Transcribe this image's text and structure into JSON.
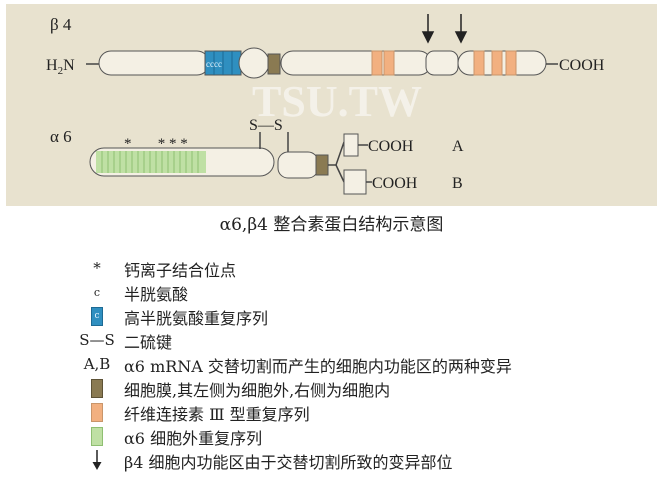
{
  "diagram": {
    "beta4_label": "β 4",
    "alpha6_label": "α 6",
    "n_terminus": "H2N",
    "cooh_beta": "COOH",
    "cooh_a": "COOH",
    "cooh_b": "COOH",
    "variant_a": "A",
    "variant_b": "B",
    "disulfide": "S—S",
    "cysteine_repeat_text": "cccc",
    "calcium_sites": "*       * * *",
    "watermark": "TSU.TW",
    "colors": {
      "panel": "#e8e2cf",
      "cysteine_repeat": "#2f8fc0",
      "transmembrane": "#8a7a52",
      "fibronectin": "#f2b080",
      "extracellular_repeat": "#bfe0a4"
    }
  },
  "caption": "α6,β4 整合素蛋白结构示意图",
  "legend": [
    {
      "key": "*",
      "text": "钙离子结合位点"
    },
    {
      "key": "c",
      "text": "半胱氨酸"
    },
    {
      "key": "c",
      "text": "高半胱氨酸重复序列"
    },
    {
      "key": "S—S",
      "text": "二硫键"
    },
    {
      "key": "A,B",
      "text": "α6   mRNA 交替切割而产生的细胞内功能区的两种变异"
    },
    {
      "key": "",
      "text": "细胞膜,其左侧为细胞外,右侧为细胞内"
    },
    {
      "key": "",
      "text": "纤维连接素 Ⅲ 型重复序列"
    },
    {
      "key": "",
      "text": "α6 细胞外重复序列"
    },
    {
      "key": "",
      "text": "β4 细胞内功能区由于交替切割所致的变异部位"
    }
  ]
}
